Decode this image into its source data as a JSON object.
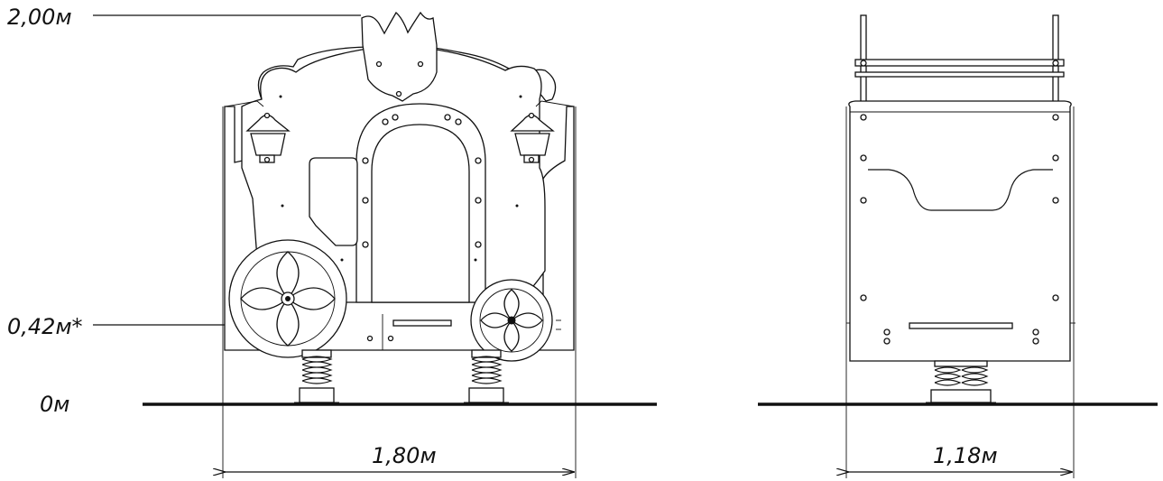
{
  "labels": {
    "height_top": "2,00м",
    "height_seat": "0,42м*",
    "height_ground": "0м",
    "width_front": "1,80м",
    "width_side": "1,18м"
  },
  "colors": {
    "line": "#111111",
    "background": "#ffffff"
  }
}
